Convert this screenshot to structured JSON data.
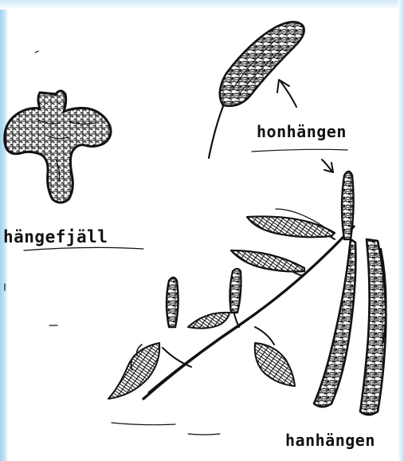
{
  "labels": {
    "scale": "hängefjäll",
    "female_catkin": "honhängen",
    "male_catkin": "hanhängen"
  },
  "colors": {
    "ink": "#111111",
    "frame": "#9fd2f2",
    "background": "#ffffff"
  }
}
